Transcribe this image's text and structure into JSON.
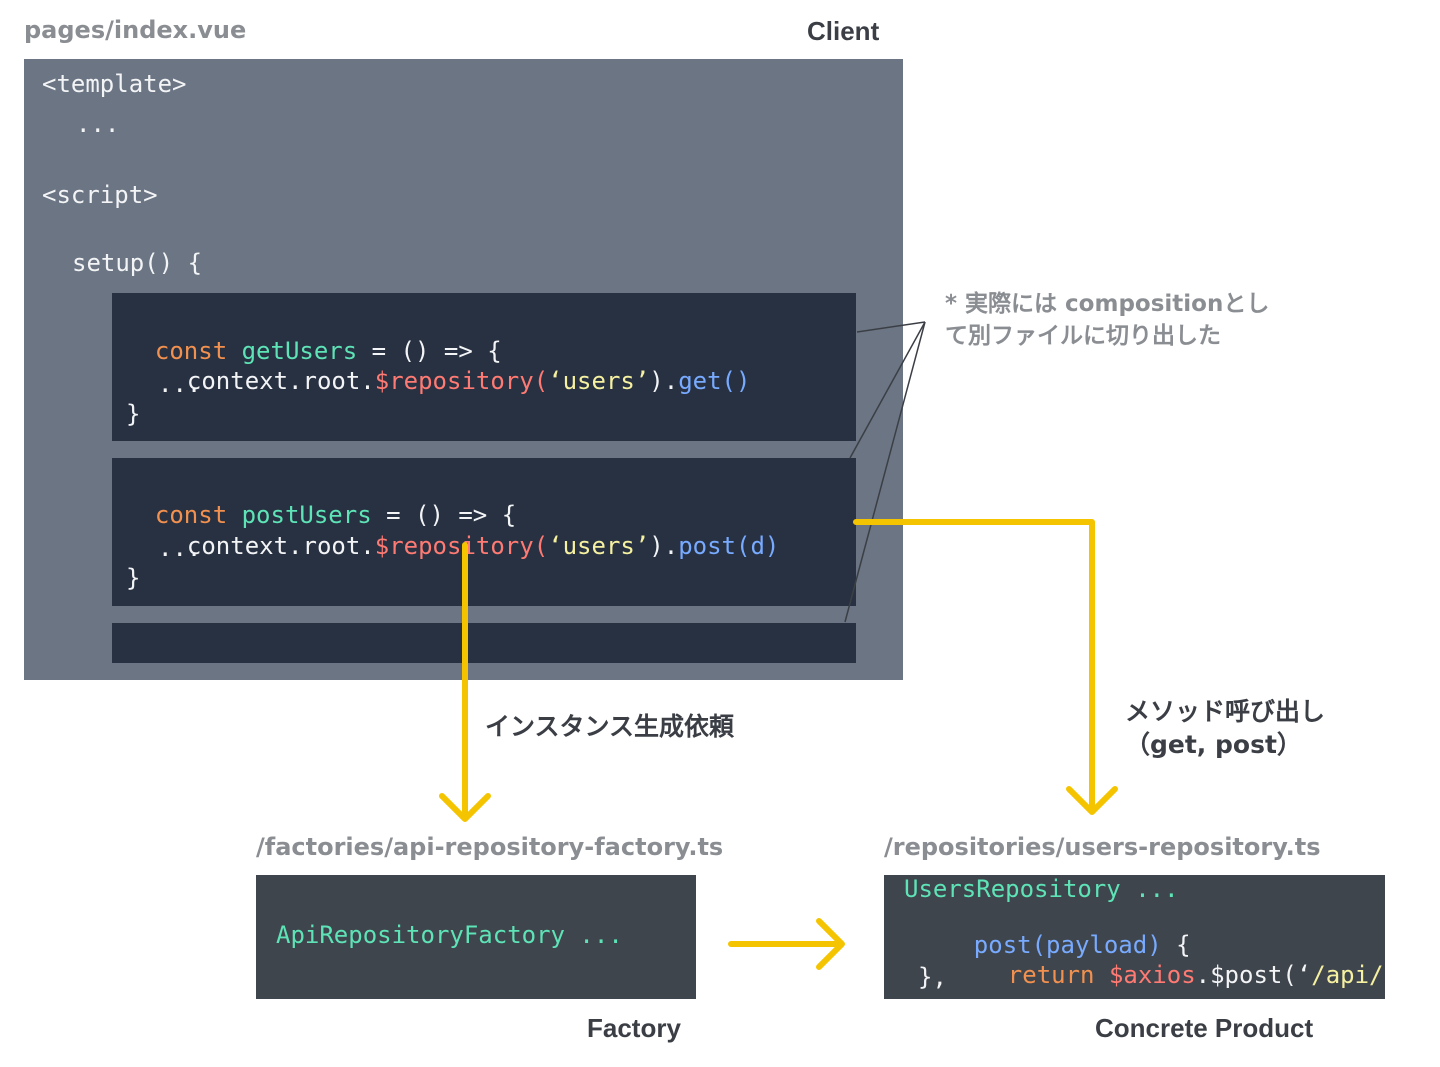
{
  "client": {
    "file_label": "pages/index.vue",
    "title": "Client",
    "template_tag": "<template>",
    "template_ellipsis": "...",
    "script_tag": "<script>",
    "setup_line": "setup() {",
    "get_block": {
      "kw": "const",
      "name": "getUsers",
      "rest1": " = () => {",
      "ctx": "context.root.",
      "repo": "$repository(",
      "arg": "‘users’",
      "close": ").",
      "method": "get()",
      "ellipsis": "...",
      "brace": "}"
    },
    "post_block": {
      "kw": "const",
      "name": "postUsers",
      "rest1": " = () => {",
      "ctx": "context.root.",
      "repo": "$repository(",
      "arg": "‘users’",
      "close": ").",
      "method": "post(d)",
      "ellipsis": "...",
      "brace": "}"
    }
  },
  "note": {
    "line1": "* 実際には compositionとし",
    "line2": "て別ファイルに切り出した"
  },
  "arrows": {
    "instance_request": "インスタンス生成依頼",
    "method_call_line1": "メソッド呼び出し",
    "method_call_line2": "（get, post）"
  },
  "factory": {
    "file_label": "/factories/api-repository-factory.ts",
    "code": "ApiRepositoryFactory ...",
    "caption": "Factory"
  },
  "product": {
    "file_label": "/repositories/users-repository.ts",
    "line1": "UsersRepository ...",
    "line2a": "post(payload)",
    "line2b": " {",
    "line3_kw": "return",
    "line3_var": "$axios",
    "line3_rest": ".$post(‘",
    "line3_str": "/api/",
    "line4": "},",
    "caption": "Concrete Product"
  },
  "colors": {
    "client_panel": "#6b7584",
    "code_box": "#273142",
    "factory_box": "#3f454d",
    "arrow": "#f5c400"
  }
}
